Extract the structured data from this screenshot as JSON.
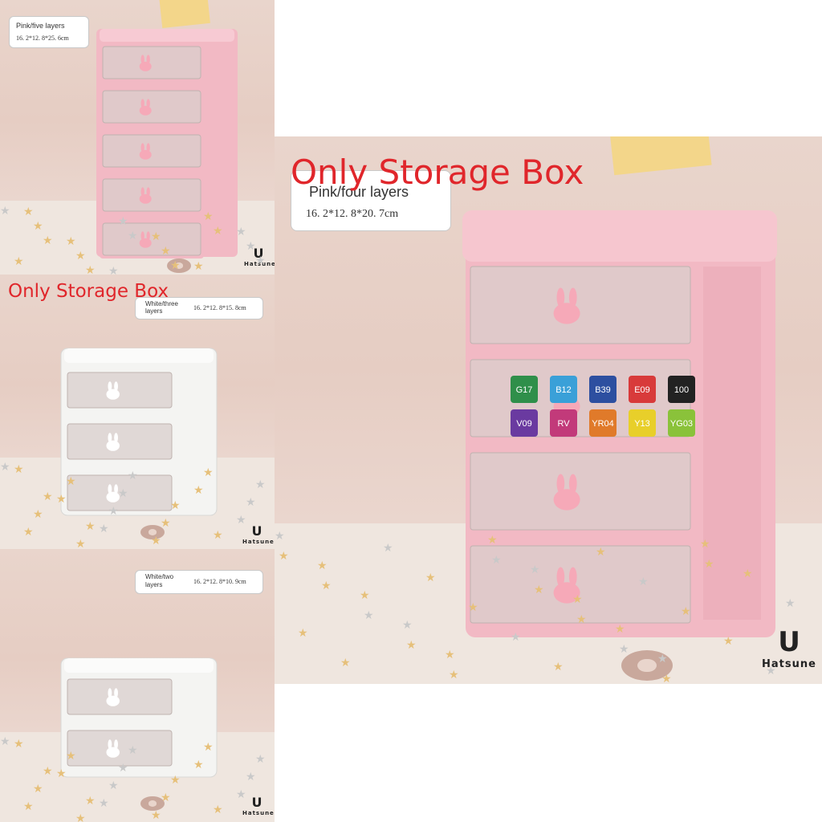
{
  "headline": "Only Storage Box",
  "brand": "Hatsune",
  "brand_mark": "U",
  "colors": {
    "headline": "#e0262b",
    "pink": "#f2b9c4",
    "white": "#f4f4f2",
    "wall": "#e9d5cc"
  },
  "products": [
    {
      "label": "Pink/five layers",
      "size": "16. 2*12. 8*25. 6cm"
    },
    {
      "label": "White/three layers",
      "size": "16. 2*12. 8*15. 8cm"
    },
    {
      "label": "White/two layers",
      "size": "16. 2*12. 8*10. 9cm"
    },
    {
      "label": "Pink/four layers",
      "size": "16. 2*12. 8*20. 7cm"
    }
  ],
  "marker_codes": [
    "G17",
    "B12",
    "B39",
    "E09",
    "100",
    "V09",
    "RV",
    "YR04",
    "Y13",
    "YG03"
  ]
}
